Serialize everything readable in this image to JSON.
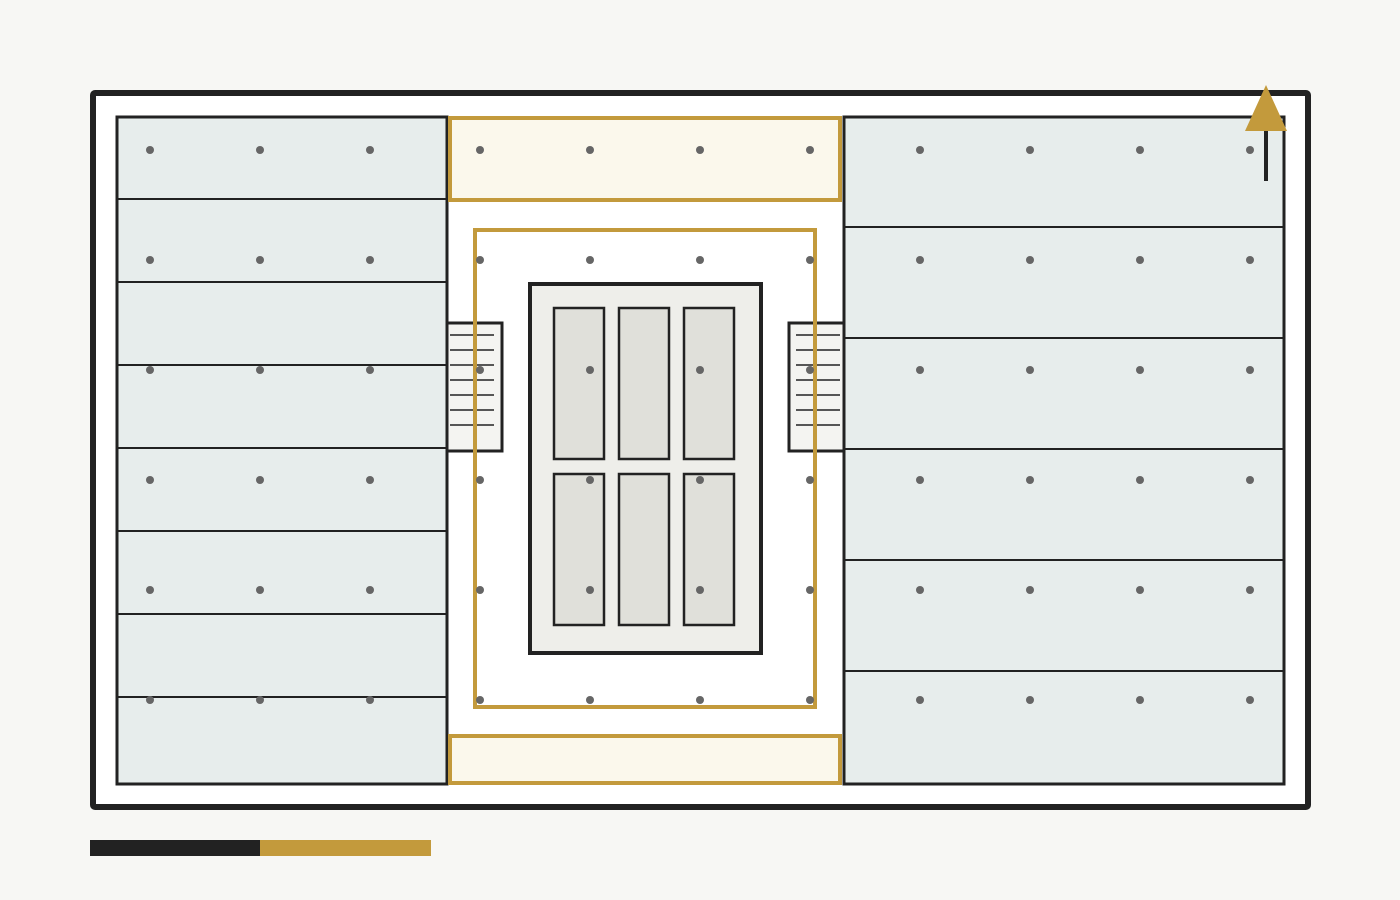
{
  "colors": {
    "background": "#f7f7f4",
    "wall": "#222222",
    "floor": "#ffffff",
    "office_fill": "#e7edec",
    "gold": "#c39a3c",
    "highlight_fill": "#fbf8ec",
    "core_fill": "#eeeeea",
    "shaft_fill": "#e0e0da",
    "stair_fill": "#f4f4f1",
    "column": "#666666"
  },
  "plan": {
    "left_wing_offices": 8,
    "right_wing_offices": 6,
    "core_shafts": 6,
    "stair_treads": 7,
    "column_grid": {
      "cols": 11,
      "rows": 6
    }
  },
  "north_arrow": {
    "icon": "north-arrow-icon"
  },
  "scale_bar": {
    "icon": "scale-bar",
    "segments": 2
  }
}
